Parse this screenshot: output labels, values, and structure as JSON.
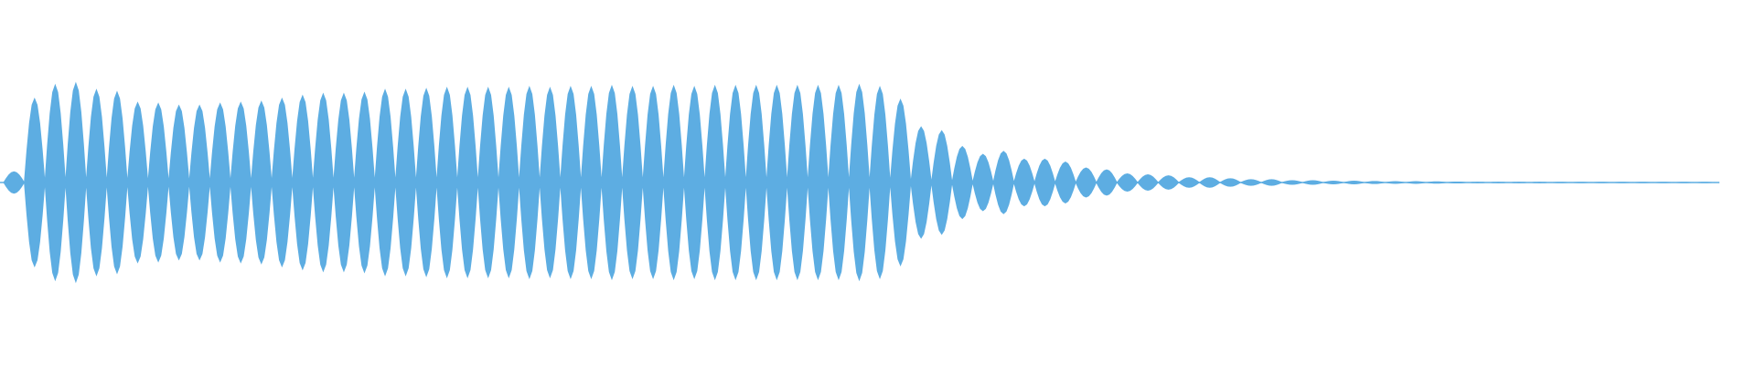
{
  "waveform": {
    "color": "#5dade2",
    "lobes": [
      0.11,
      0.86,
      1.0,
      1.02,
      0.95,
      0.93,
      0.82,
      0.81,
      0.79,
      0.79,
      0.81,
      0.82,
      0.83,
      0.86,
      0.89,
      0.91,
      0.91,
      0.92,
      0.95,
      0.95,
      0.96,
      0.97,
      0.97,
      0.97,
      0.97,
      0.98,
      0.97,
      0.98,
      0.98,
      0.99,
      0.98,
      0.98,
      0.99,
      0.98,
      0.99,
      0.99,
      0.99,
      0.99,
      0.99,
      0.99,
      0.99,
      1.0,
      0.98,
      0.85,
      0.57,
      0.53,
      0.37,
      0.29,
      0.32,
      0.24,
      0.24,
      0.21,
      0.15,
      0.13,
      0.09,
      0.08,
      0.07,
      0.05,
      0.05,
      0.04,
      0.03,
      0.03,
      0.02,
      0.02,
      0.015,
      0.015,
      0.012,
      0.01,
      0.01,
      0.008,
      0.006,
      0.004,
      0.004,
      0.004,
      0.004,
      0.003,
      0.003,
      0.003,
      0.003,
      0.003,
      0.003,
      0.003,
      0.003
    ]
  }
}
